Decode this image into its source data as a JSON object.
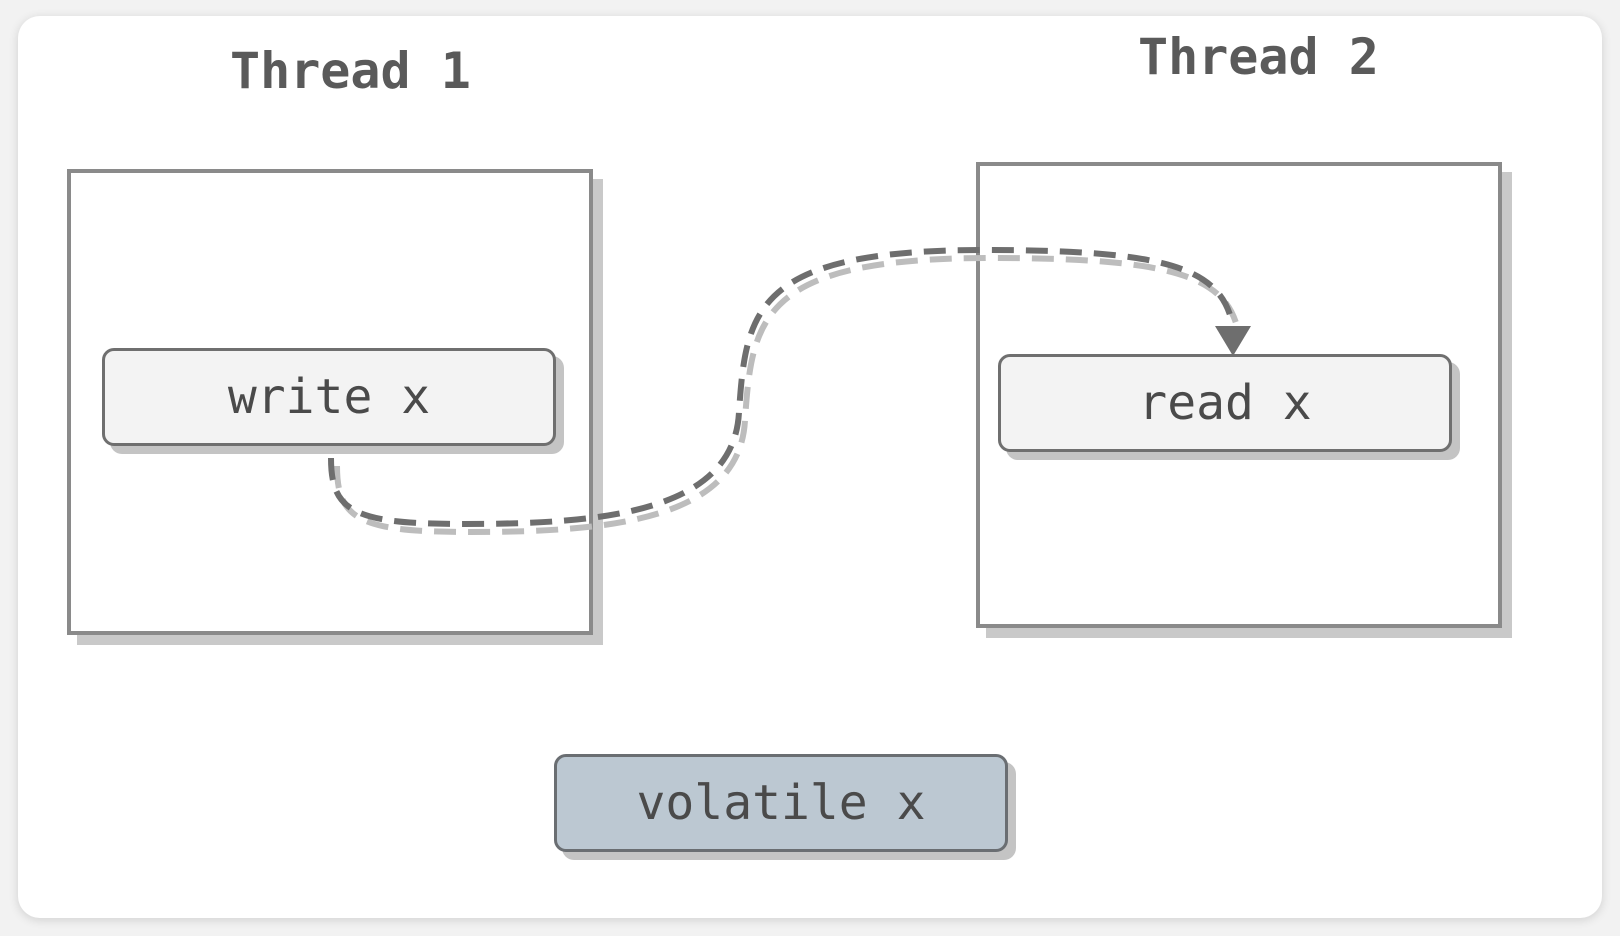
{
  "threads": [
    {
      "title": "Thread 1",
      "action": "write x"
    },
    {
      "title": "Thread 2",
      "action": "read x"
    }
  ],
  "shared_variable": "volatile x",
  "colors": {
    "background": "#ffffff",
    "box_border": "#8a8a8a",
    "box_shadow": "#c9c9c9",
    "pill_fill": "#f3f3f3",
    "volatile_fill": "#bcc8d2",
    "arrow": "#6e6e6e",
    "arrow_shadow": "#bdbdbd"
  },
  "icons": {
    "arrow": "dashed-curved-arrow-icon"
  }
}
